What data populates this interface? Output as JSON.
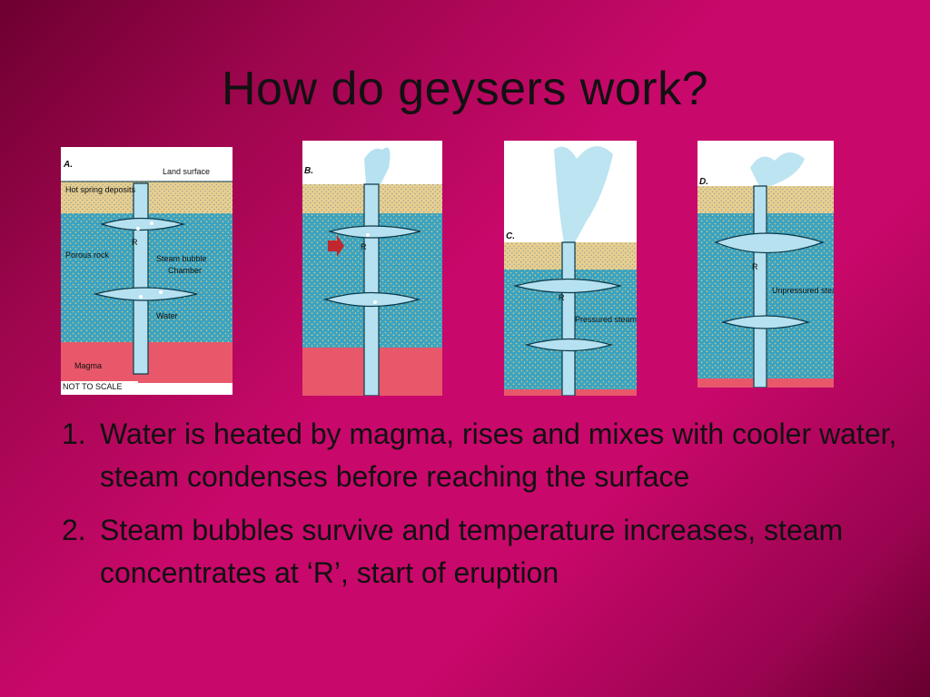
{
  "slide": {
    "title": "How do geysers work?"
  },
  "diagrams": [
    {
      "panel_letter": "A.",
      "labels": {
        "land_surface": "Land surface",
        "deposits": "Hot spring deposits",
        "porous_rock": "Porous rock",
        "steam_bubble": "Steam bubble",
        "chamber": "Chamber",
        "r": "R",
        "water": "Water",
        "magma": "Magma",
        "scale": "NOT TO SCALE"
      }
    },
    {
      "panel_letter": "B.",
      "labels": {
        "r": "R"
      }
    },
    {
      "panel_letter": "C.",
      "labels": {
        "r": "R",
        "pressured_steam": "Pressured steam"
      }
    },
    {
      "panel_letter": "D.",
      "labels": {
        "r": "R",
        "unpressured_steam": "Unpressured steam"
      }
    }
  ],
  "points": [
    {
      "number": "1.",
      "text": "Water is heated by magma, rises and mixes with cooler water, steam condenses before reaching the surface"
    },
    {
      "number": "2.",
      "text": "Steam bubbles survive and temperature increases, steam concentrates at ‘R’, start of eruption"
    }
  ],
  "colors": {
    "background": "#c8086a",
    "sand": "#e9cf8e",
    "water_rock": "#3aa3c2",
    "magma": "#e8586a",
    "conduit": "#b5e1f0"
  }
}
